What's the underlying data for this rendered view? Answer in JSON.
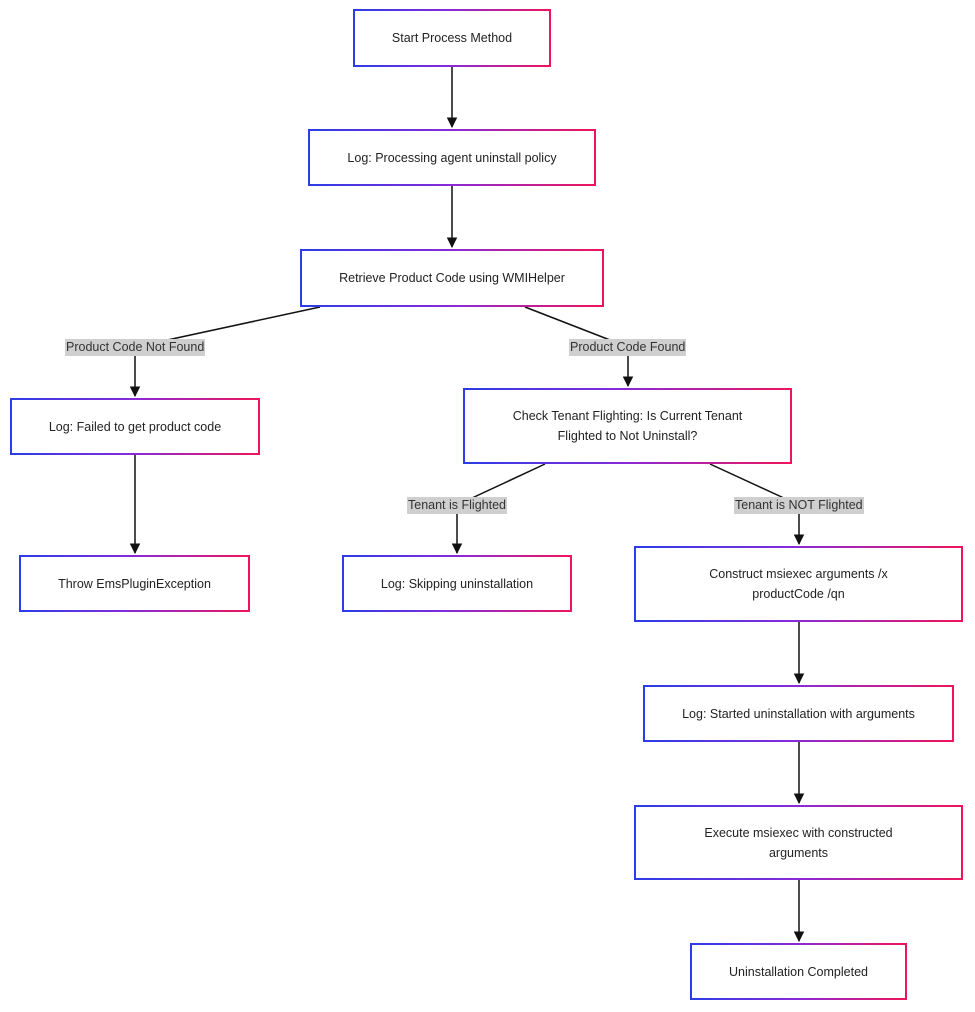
{
  "colors": {
    "border_start": "#2a3de8",
    "border_end": "#f0145a",
    "edge": "#111111",
    "label_background": "#cfcfcf"
  },
  "nodes": {
    "start": "Start Process Method",
    "log_processing": "Log: Processing agent uninstall policy",
    "retrieve_code": "Retrieve Product Code using WMIHelper",
    "log_failed": "Log: Failed to get product code",
    "check_flighting": "Check Tenant Flighting: Is Current Tenant Flighted to Not Uninstall?",
    "throw_exception": "Throw EmsPluginException",
    "log_skipping": "Log: Skipping uninstallation",
    "construct_args": "Construct msiexec arguments /x productCode /qn",
    "log_started": "Log: Started uninstallation with arguments",
    "execute": "Execute msiexec with constructed arguments",
    "completed": "Uninstallation Completed"
  },
  "edge_labels": {
    "not_found": "Product Code Not Found",
    "found": "Product Code Found",
    "flighted": "Tenant is Flighted",
    "not_flighted": "Tenant is NOT Flighted"
  }
}
